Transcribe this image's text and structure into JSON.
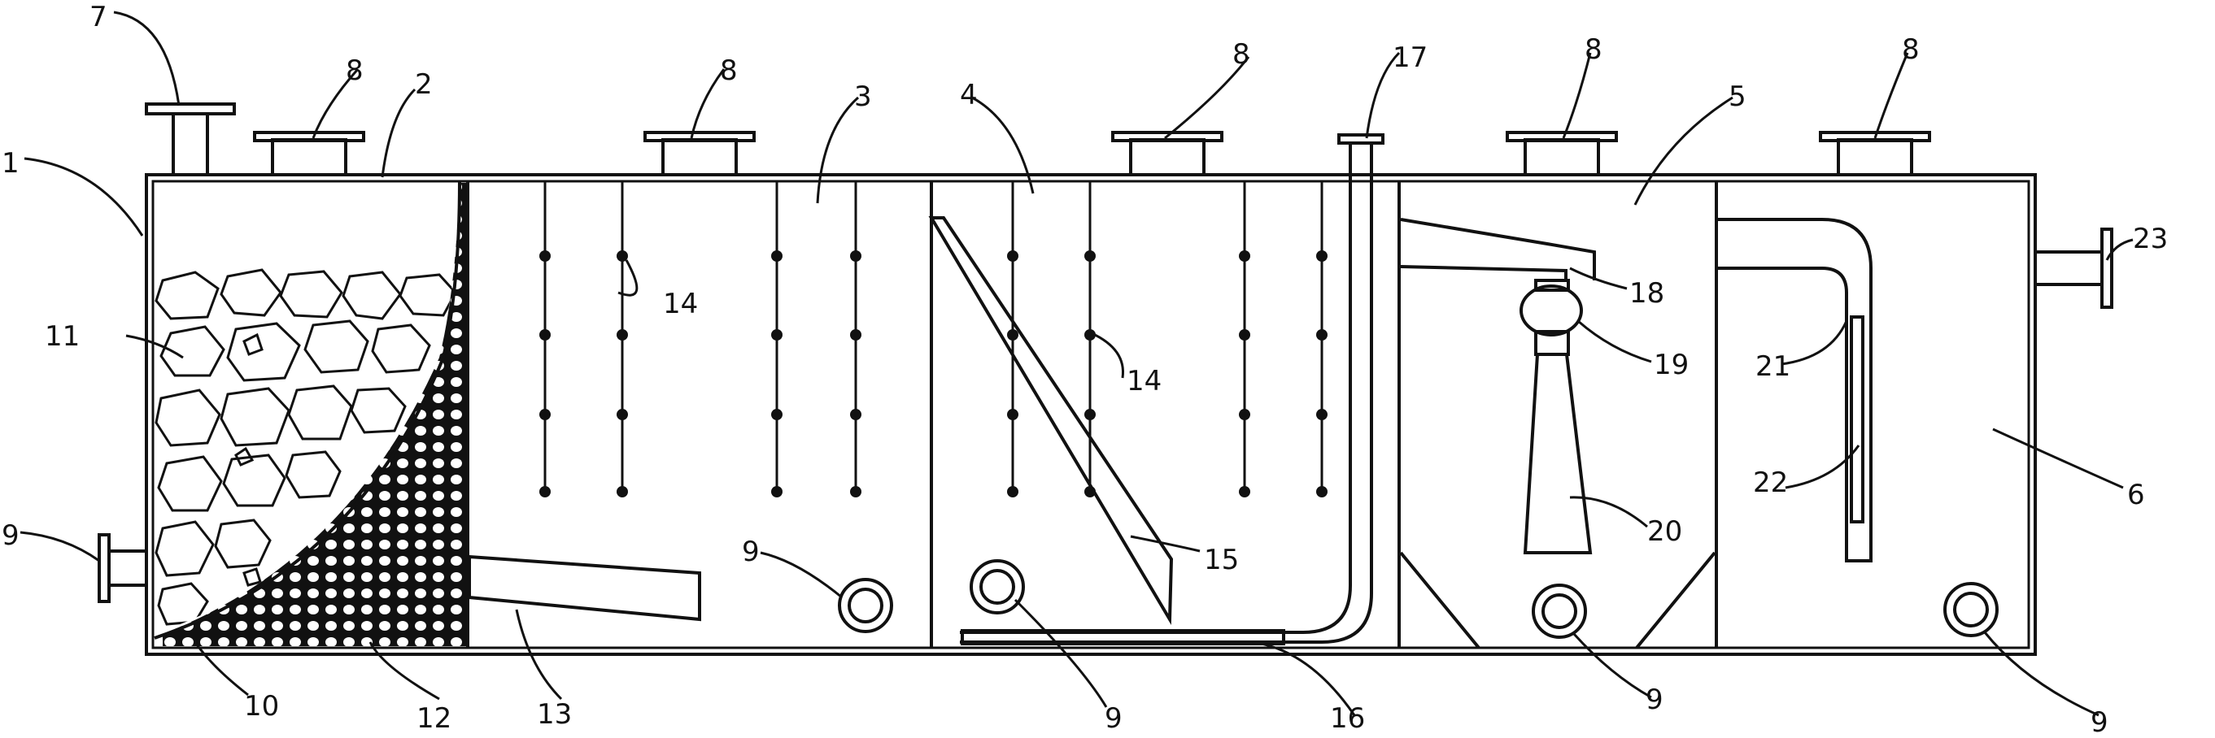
{
  "labels": {
    "tank": "1",
    "chamber_2": "2",
    "chamber_3": "3",
    "chamber_4": "4",
    "chamber_5": "5",
    "chamber_6": "6",
    "inlet_pipe": "7",
    "manhole_1": "8",
    "manhole_2": "8",
    "manhole_3": "8",
    "manhole_4": "8",
    "manhole_5": "8",
    "drain_left": "9",
    "drain_3": "9",
    "drain_4": "9",
    "drain_5": "9",
    "drain_6": "9",
    "grid_plate": "10",
    "coarse_media": "11",
    "fine_media": "12",
    "guide_plate": "13",
    "packing_3": "14",
    "packing_4": "14",
    "inclined_plate": "15",
    "return_pipe": "16",
    "air_lift_pipe": "17",
    "outlet_trough": "18",
    "valve": "19",
    "settling_cone": "20",
    "bent_pipe": "21",
    "uv_lamp": "22",
    "outlet_pipe": "23"
  }
}
